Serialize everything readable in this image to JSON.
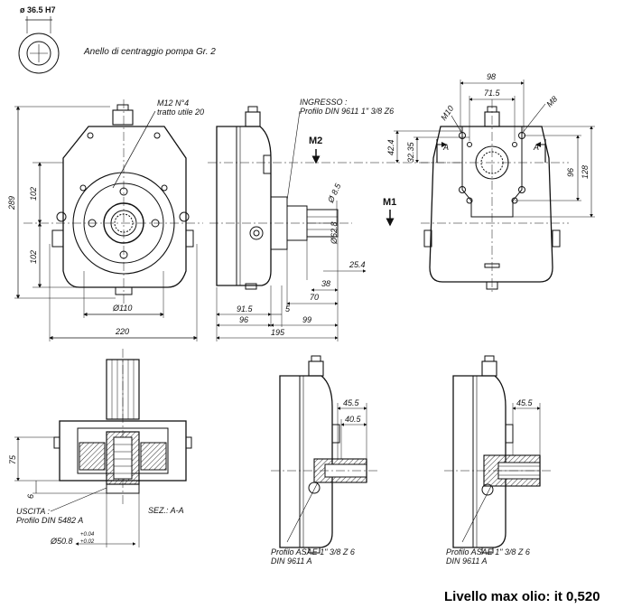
{
  "top_ring": {
    "diameter_label": "ø 36.5 H7",
    "caption": "Anello di centraggio pompa Gr. 2"
  },
  "front_view": {
    "bolt_note_1": "M12 N°4",
    "bolt_note_2": "tratto utile 20",
    "dims": {
      "height_289": "289",
      "upper_102": "102",
      "lower_102": "102",
      "dia_110": "Ø110",
      "width_220": "220"
    }
  },
  "side_view": {
    "inlet_1": "INGRESSO :",
    "inlet_2": "Profilo DIN 9611 1\" 3/8 Z6",
    "m2": "M2",
    "m1": "M1",
    "dims": {
      "d8_5": "Ø 8.5",
      "d62_8": "Ø62.8",
      "d25_4": "25.4",
      "d38": "38",
      "d70": "70",
      "d91_5": "91.5",
      "d5": "5",
      "d96": "96",
      "d99": "99",
      "d195": "195"
    }
  },
  "rear_view": {
    "m10": "M10",
    "m8": "M8",
    "dims": {
      "d98": "98",
      "d71_5": "71.5",
      "d42_4": "42.4",
      "d32_35": "32.35",
      "d96": "96",
      "d128": "128"
    },
    "section_mark_left": "A",
    "section_mark_right": "A"
  },
  "section_view": {
    "dims": {
      "d75": "75",
      "d6": "6"
    },
    "outlet_1": "USCITA :",
    "outlet_2": "Profilo DIN 5482 A",
    "section_label": "SEZ.: A-A",
    "dia_50_8": "Ø50.8",
    "tol_upper": "+0.04",
    "tol_lower": "+0.02"
  },
  "view_b": {
    "dims": {
      "d45_5": "45.5",
      "d40_5": "40.5"
    },
    "profile_1": "Profilo ASAE 1\" 3/8 Z 6",
    "profile_2": "DIN 9611 A"
  },
  "view_c": {
    "dims": {
      "d45_5": "45.5"
    },
    "profile_1": "Profilo ASAE 1\" 3/8 Z 6",
    "profile_2": "DIN 9611 A"
  },
  "footer": {
    "oil_level": "Livello max olio: it 0,520"
  }
}
